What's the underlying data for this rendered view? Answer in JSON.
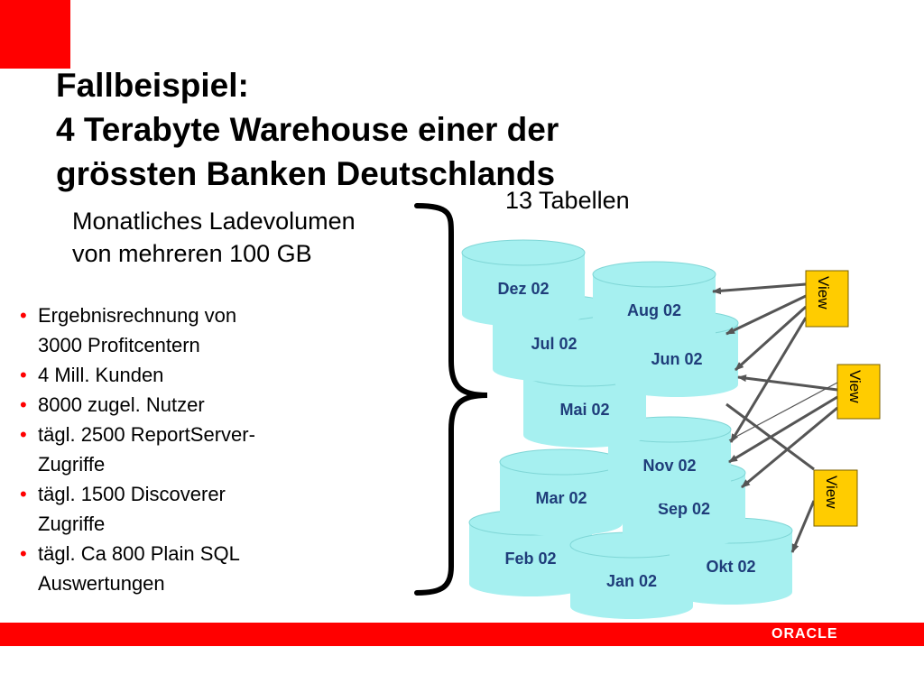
{
  "slide": {
    "title_lines": [
      "Fallbeispiel:",
      "4 Terabyte Warehouse einer der",
      "grössten Banken Deutschlands"
    ],
    "subtitle_lines": [
      "Monatliches Ladevolumen",
      "von mehreren 100 GB"
    ],
    "tables_label": "13 Tabellen",
    "bullets": [
      {
        "lines": [
          "Ergebnisrechnung von",
          "3000 Profitcentern"
        ]
      },
      {
        "lines": [
          "4 Mill. Kunden"
        ]
      },
      {
        "lines": [
          "8000 zugel. Nutzer"
        ]
      },
      {
        "lines": [
          "tägl. 2500 ReportServer-",
          "Zugriffe"
        ]
      },
      {
        "lines": [
          "tägl. 1500 Discoverer",
          "Zugriffe"
        ]
      },
      {
        "lines": [
          "tägl. Ca 800 Plain SQL",
          "Auswertungen"
        ]
      }
    ],
    "logo_text": "ORACLE",
    "colors": {
      "accent": "#ff0000",
      "cylinder": "#a6f0f0",
      "view_box": "#ffcc00"
    }
  },
  "cylinders": [
    {
      "id": "feb",
      "label": "Feb 02"
    },
    {
      "id": "jan",
      "label": "Jan 02"
    },
    {
      "id": "okt",
      "label": "Okt 02"
    },
    {
      "id": "mar",
      "label": "Mar 02"
    },
    {
      "id": "sep",
      "label": "Sep 02"
    },
    {
      "id": "nov",
      "label": "Nov 02"
    },
    {
      "id": "mai",
      "label": "Mai 02"
    },
    {
      "id": "jul",
      "label": "Jul 02"
    },
    {
      "id": "jun",
      "label": "Jun 02"
    },
    {
      "id": "aug",
      "label": "Aug 02"
    },
    {
      "id": "dez",
      "label": "Dez 02"
    }
  ],
  "views": [
    {
      "id": "v1",
      "label": "View"
    },
    {
      "id": "v2",
      "label": "View"
    },
    {
      "id": "v3",
      "label": "View"
    }
  ]
}
